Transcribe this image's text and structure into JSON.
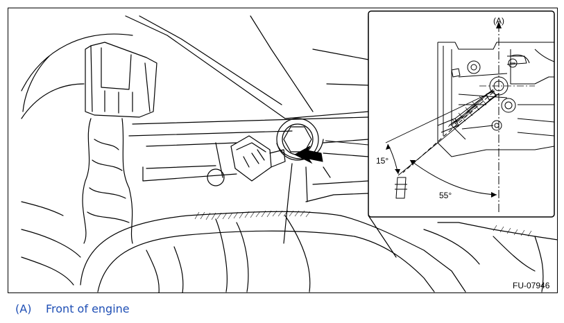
{
  "figure": {
    "code": "FU-07946",
    "inset": {
      "direction_label": "(A)",
      "angle_small": "15°",
      "angle_large": "55°"
    }
  },
  "legend": [
    {
      "key": "(A)",
      "text": "Front of engine"
    }
  ],
  "colors": {
    "line": "#000000",
    "legend_text": "#1f4fb5",
    "background": "#ffffff"
  }
}
